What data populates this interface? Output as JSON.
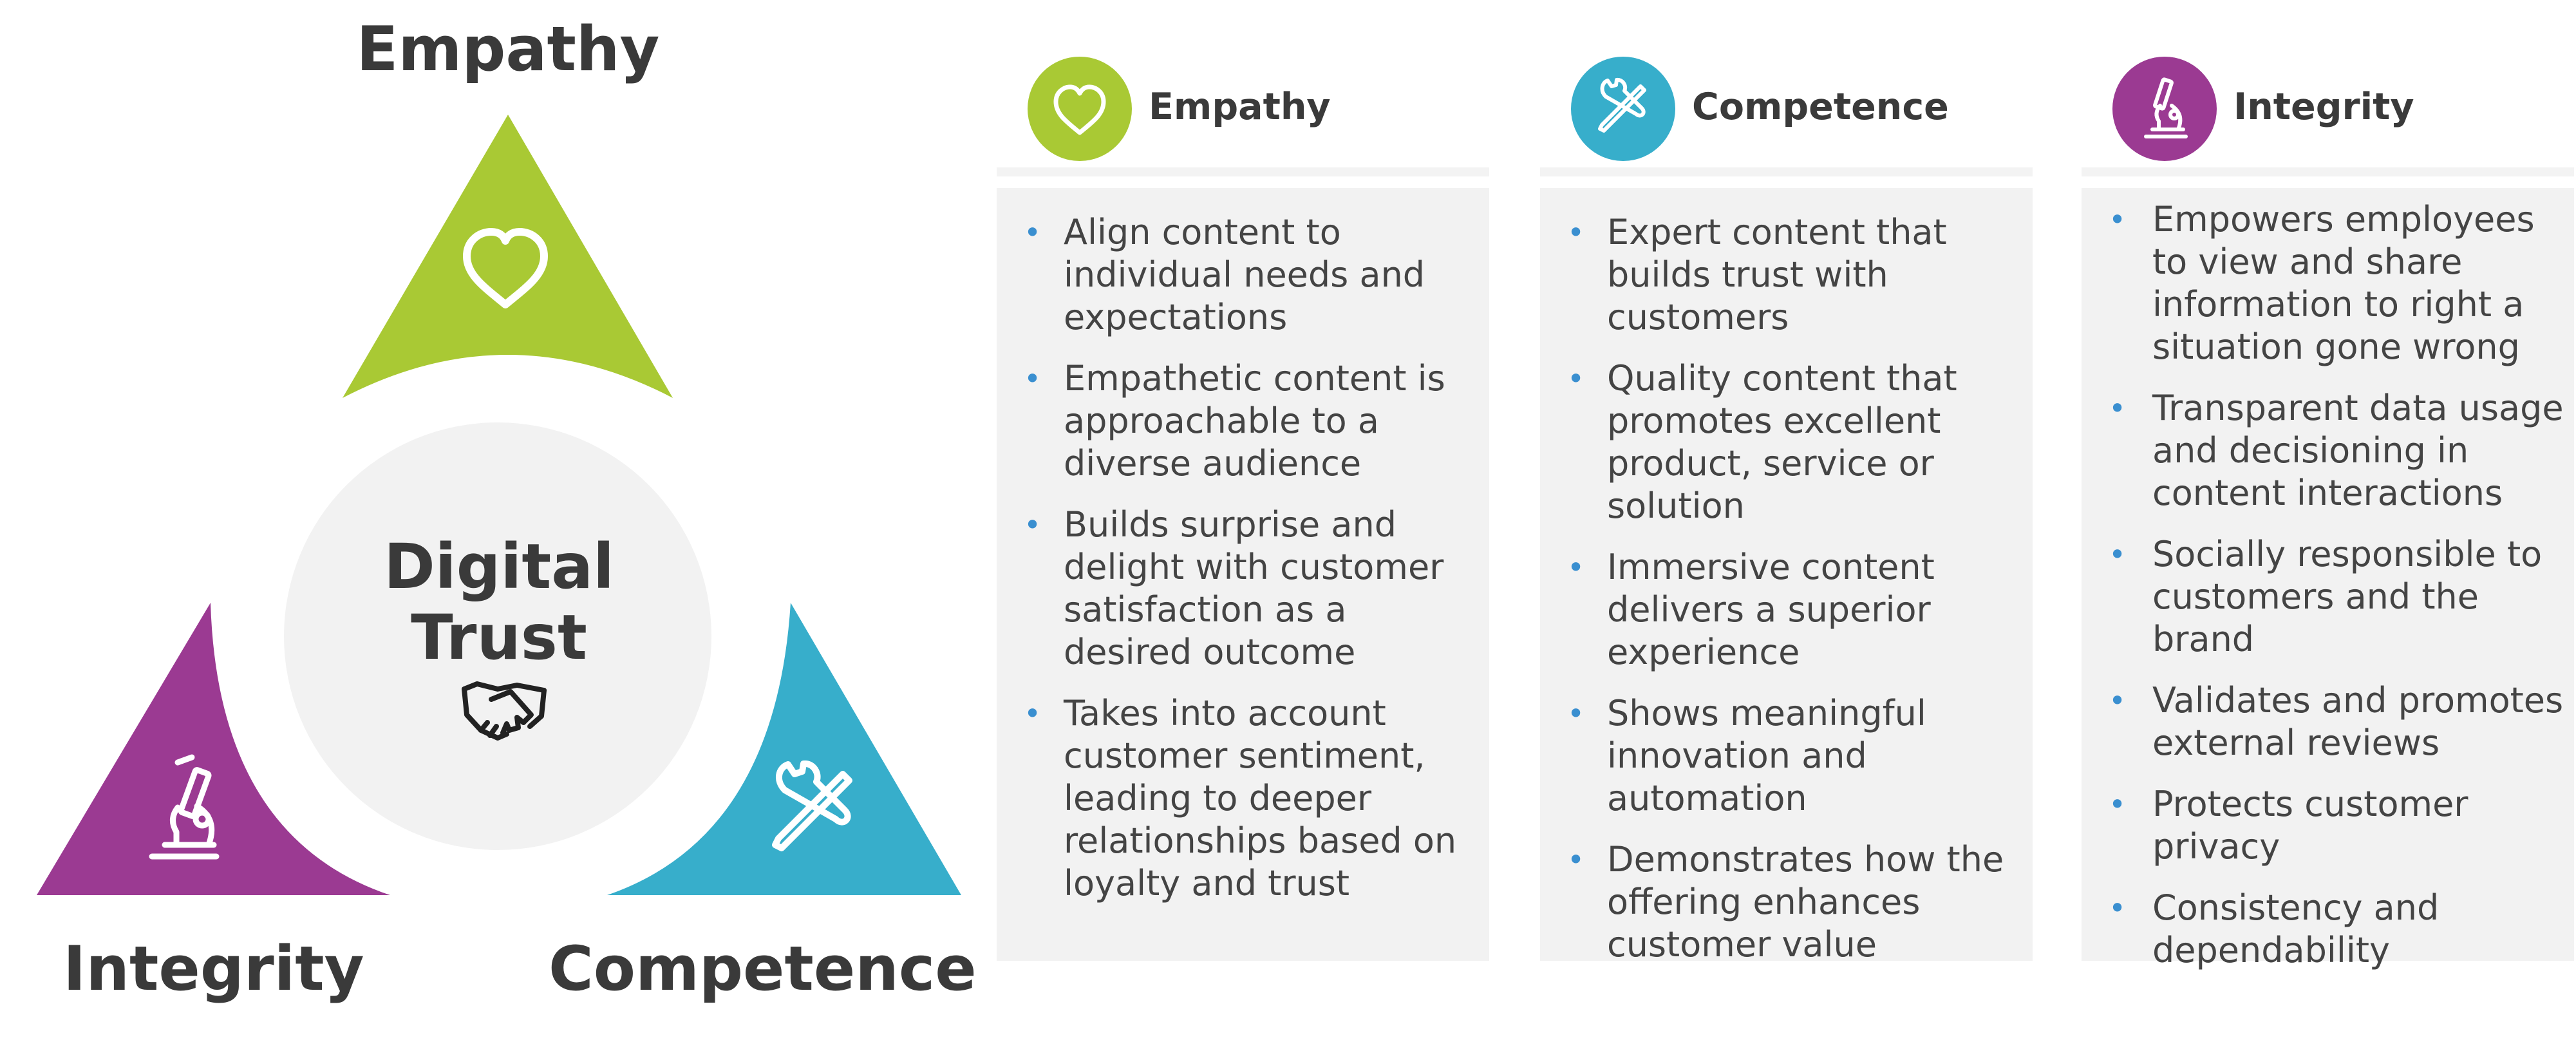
{
  "diagram": {
    "top_label": "Empathy",
    "left_label": "Integrity",
    "right_label": "Competence",
    "center_line1": "Digital",
    "center_line2": "Trust",
    "colors": {
      "empathy": "#a9c934",
      "integrity": "#9b3a92",
      "competence": "#37aecb",
      "center": "#f2f2f2",
      "text": "#3a3a3a",
      "bullet": "#3a8fd0"
    },
    "icons": {
      "empathy": "heart-icon",
      "competence": "tools-icon",
      "integrity": "microscope-icon",
      "center": "handshake-icon"
    }
  },
  "panels": [
    {
      "title": "Empathy",
      "icon": "heart-icon",
      "items": [
        "Align content to individual needs and expectations",
        "Empathetic content is approachable to a diverse audience",
        "Builds surprise and delight with customer satisfaction as a desired outcome",
        "Takes into account customer sentiment, leading to deeper relationships based on loyalty and trust"
      ]
    },
    {
      "title": "Competence",
      "icon": "tools-icon",
      "items": [
        "Expert content that builds trust with customers",
        "Quality content that promotes excellent product, service or solution",
        "Immersive content delivers a superior experience",
        "Shows meaningful innovation and automation",
        "Demonstrates how the offering enhances customer value"
      ]
    },
    {
      "title": "Integrity",
      "icon": "microscope-icon",
      "items": [
        "Empowers employees to view and share information to right a situation gone wrong",
        "Transparent data usage and decisioning in content interactions",
        "Socially responsible to customers and the brand",
        "Validates and promotes external reviews",
        "Protects customer privacy",
        "Consistency and dependability"
      ]
    }
  ]
}
